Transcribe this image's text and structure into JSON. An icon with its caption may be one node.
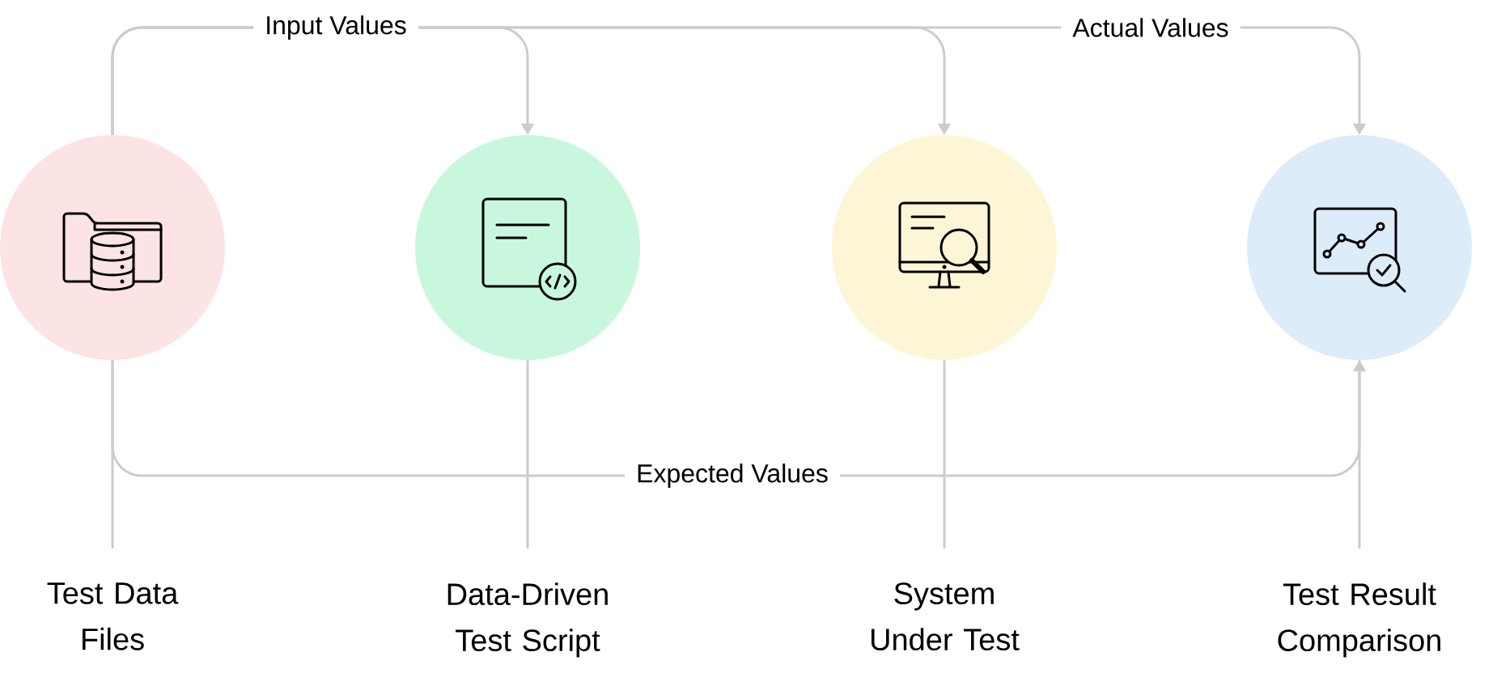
{
  "diagram": {
    "nodes": [
      {
        "text": [],
        "shape": "circle"
      },
      {
        "text": [],
        "shape": "circle"
      },
      {
        "text": [],
        "shape": "circle"
      },
      {
        "text": [],
        "shape": "circle"
      },
      {
        "text": [
          "Test Data Files"
        ]
      },
      {
        "text": [
          "Data-Driven Test Script"
        ]
      },
      {
        "text": [
          "System Under Test"
        ]
      },
      {
        "text": [
          "Test Result Comparison"
        ]
      }
    ],
    "edges": [
      {
        "from": 0,
        "to": 1,
        "arrow": "to",
        "label": "Input Values"
      },
      {
        "from": 0,
        "to": 2,
        "arrow": "to"
      },
      {
        "from": 0,
        "to": 3,
        "arrow": "to",
        "label": "Actual Values"
      },
      {
        "from": 0,
        "to": 3,
        "arrow": "to",
        "label": "Expected Values"
      },
      {
        "from": 0,
        "to": 4,
        "arrow": "none"
      },
      {
        "from": 1,
        "to": 5,
        "arrow": "none"
      },
      {
        "from": 2,
        "to": 6,
        "arrow": "none"
      },
      {
        "from": 3,
        "to": 7,
        "arrow": "none"
      }
    ]
  }
}
